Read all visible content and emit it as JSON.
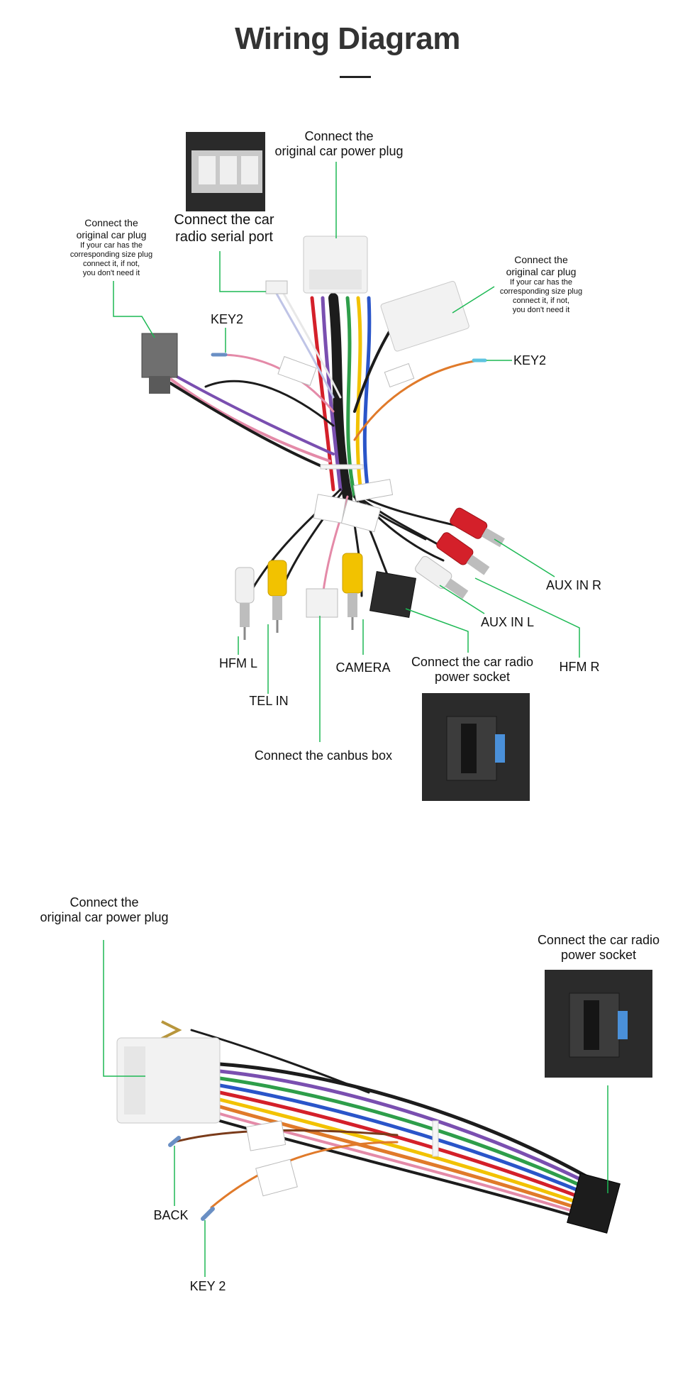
{
  "title": "Wiring Diagram",
  "top": {
    "power_plug": [
      "Connect the",
      "original car power plug"
    ],
    "serial_port": [
      "Connect the car",
      "radio  serial port"
    ],
    "left_plug": [
      "Connect the",
      "original car plug"
    ],
    "left_plug_note": [
      "If your car has the",
      "corresponding size plug",
      "connect it, if not,",
      "you don't need it"
    ],
    "right_plug": [
      "Connect the",
      "original car plug"
    ],
    "right_plug_note": [
      "If your car has the",
      "corresponding size plug",
      "connect it, if not,",
      "you don't need it"
    ],
    "key2_left": "KEY2",
    "key2_right": "KEY2",
    "aux_in_r": "AUX IN R",
    "aux_in_l": "AUX IN L",
    "hfm_l": "HFM L",
    "hfm_r": "HFM R",
    "tel_in": "TEL IN",
    "camera": "CAMERA",
    "power_socket": [
      "Connect the car radio",
      "power socket"
    ],
    "canbus": "Connect the canbus box"
  },
  "bottom": {
    "power_plug": [
      "Connect the",
      "original car power plug"
    ],
    "power_socket": [
      "Connect the car radio",
      "power socket"
    ],
    "back": "BACK",
    "key2": "KEY 2"
  },
  "colors": {
    "leader": "#1db954",
    "connector_white": "#f2f2f2",
    "connector_gray": "#6f6f6f",
    "socket_dark": "#2b2b2b",
    "wire_black": "#1c1c1c",
    "wire_red": "#d4202a",
    "wire_yellow": "#f2c200",
    "wire_orange": "#e07a2a",
    "wire_purple": "#7a4fb0",
    "wire_blue": "#2a55c9",
    "wire_green": "#2e9e4a",
    "wire_pink": "#e48aa8",
    "wire_brown": "#7a3b1a"
  }
}
